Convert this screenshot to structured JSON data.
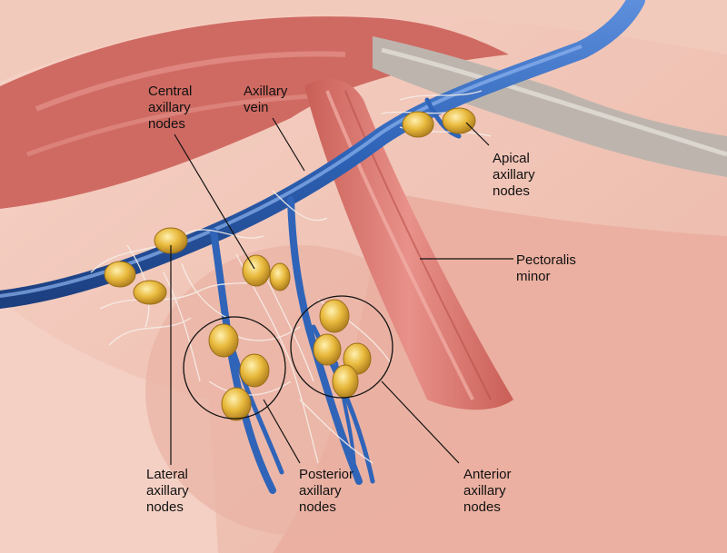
{
  "labels": {
    "central": "Central\naxillary\nnodes",
    "vein": "Axillary\nvein",
    "apical": "Apical\naxillary\nnodes",
    "pectoralis": "Pectoralis\nminor",
    "lateral": "Lateral\naxillary\nnodes",
    "posterior": "Posterior\naxillary\nnodes",
    "anterior": "Anterior\naxillary\nnodes"
  },
  "colors": {
    "vein": "#2f64b8",
    "node": "#e6b43a",
    "muscle": "#d9776f",
    "skin": "#f1c3b4",
    "nerve": "#b9b2ab"
  }
}
